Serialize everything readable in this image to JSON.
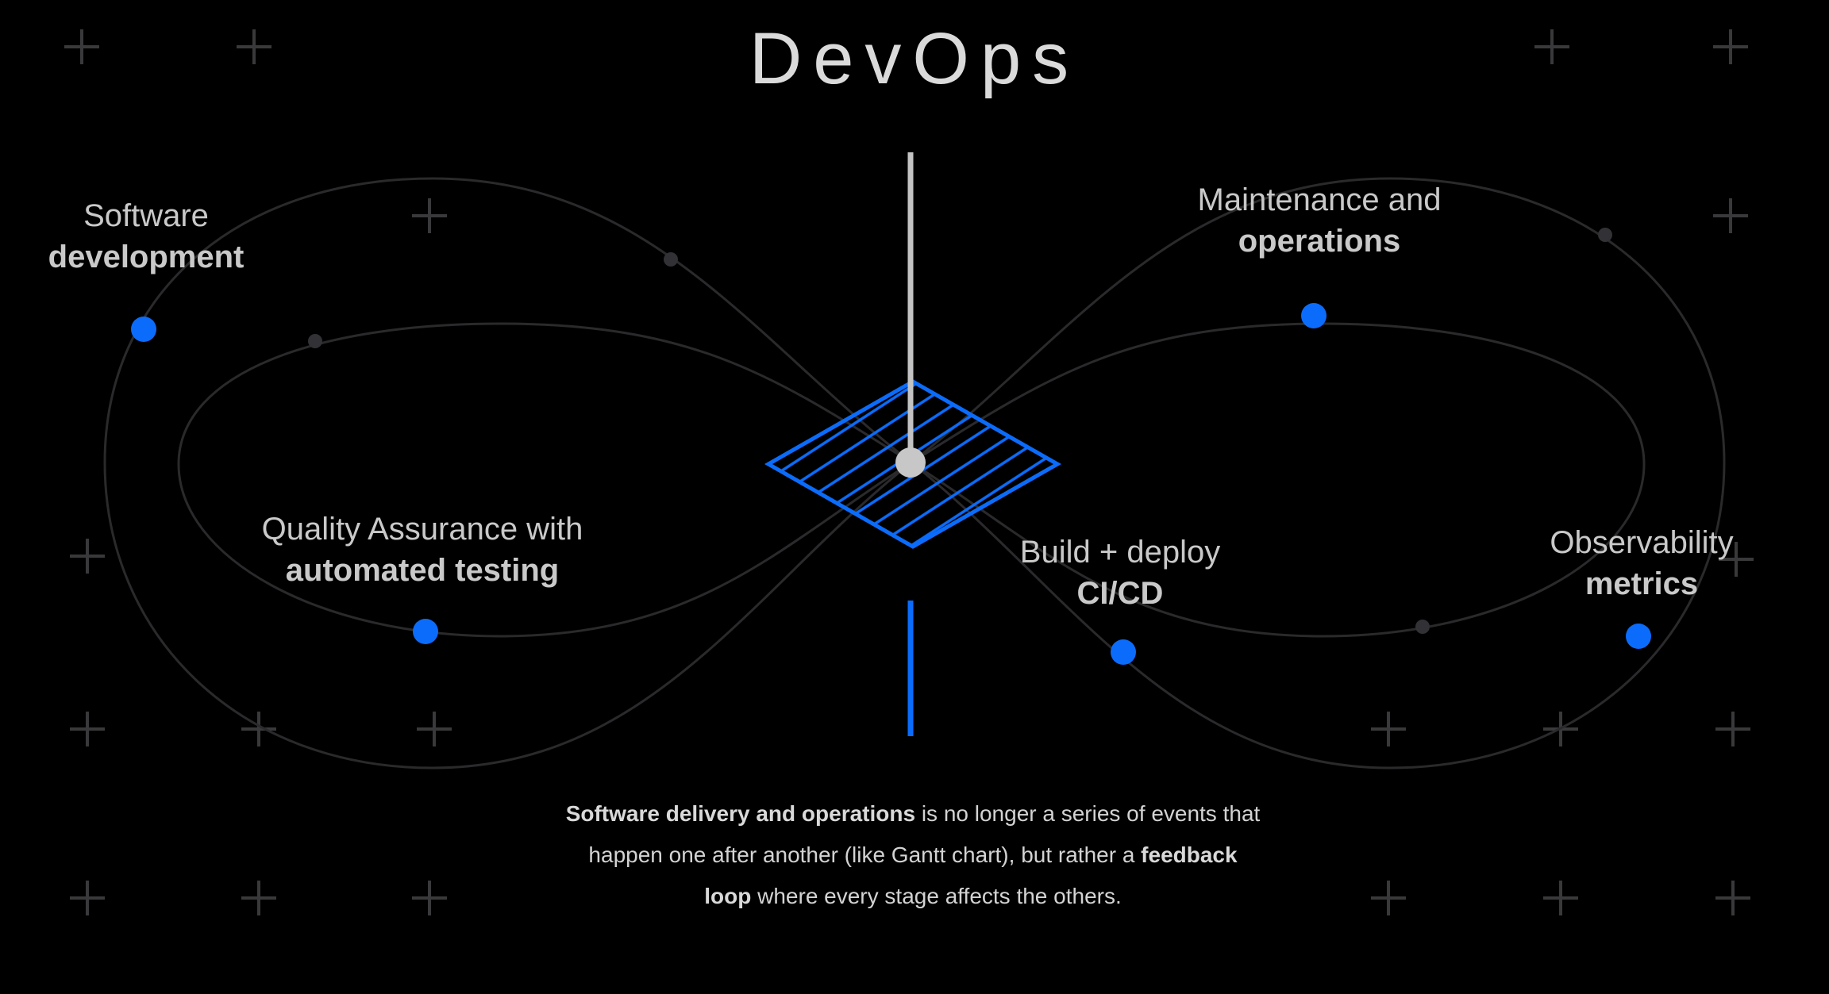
{
  "title": "DevOps",
  "stages": [
    {
      "id": "software-development",
      "line1": "Software",
      "line2": "development"
    },
    {
      "id": "quality-assurance",
      "line1": "Quality Assurance with",
      "line2": "automated testing"
    },
    {
      "id": "maintenance-operations",
      "line1": "Maintenance and",
      "line2": "operations"
    },
    {
      "id": "build-deploy",
      "line1": "Build + deploy",
      "line2": "CI/CD"
    },
    {
      "id": "observability-metrics",
      "line1": "Observability",
      "line2": "metrics"
    }
  ],
  "caption": {
    "line1_bold": "Software delivery and operations",
    "line1_rest": " is no longer a series of events that",
    "line2_rest": "happen one after another (like Gantt chart), but rather a ",
    "line2_bold": "feedback",
    "line3_bold": "loop",
    "line3_rest": " where every stage affects the others."
  },
  "colors": {
    "accent_blue": "#0b6cfb",
    "label_gray": "#c9c9c9",
    "curve_gray": "#2a2a2c",
    "background": "#000000"
  }
}
